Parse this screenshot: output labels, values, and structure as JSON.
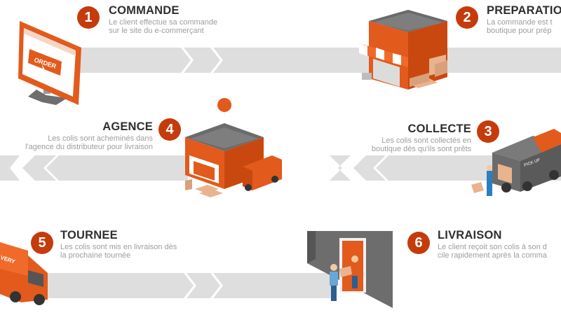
{
  "colors": {
    "accent": "#d9470f",
    "badge": "#c53b0c",
    "road": "#dedede",
    "chevron": "#ffffff",
    "title": "#2f2f2f",
    "text": "#9d9d9d"
  },
  "steps": [
    {
      "number": "1",
      "title": "COMMANDE",
      "line1": "Le client effectue sa commande",
      "line2": "sur le site du e-commerçant",
      "icon": "order-screen-icon",
      "sign": "ORDER"
    },
    {
      "number": "2",
      "title": "PREPARATION",
      "line1": "La commande est t",
      "line2": "boutique pour prép",
      "icon": "shop-icon"
    },
    {
      "number": "3",
      "title": "COLLECTE",
      "line1": "Les colis sont collectés en",
      "line2": "boutique dès qu'ils sont prêts",
      "icon": "pickup-truck-icon",
      "sign": "PICK UP"
    },
    {
      "number": "4",
      "title": "AGENCE",
      "line1": "Les colis sont acheminés dans",
      "line2": "l'agence du distributeur pour livraison",
      "icon": "agency-building-icon"
    },
    {
      "number": "5",
      "title": "TOURNEE",
      "line1": "Les colis sont mis en livraison dès",
      "line2": "la prochaine tournée",
      "icon": "delivery-van-icon",
      "sign": "VERY"
    },
    {
      "number": "6",
      "title": "LIVRAISON",
      "line1": "Le client reçoit son colis à son d",
      "line2": "cile rapidement après la comma",
      "icon": "door-delivery-icon"
    }
  ]
}
